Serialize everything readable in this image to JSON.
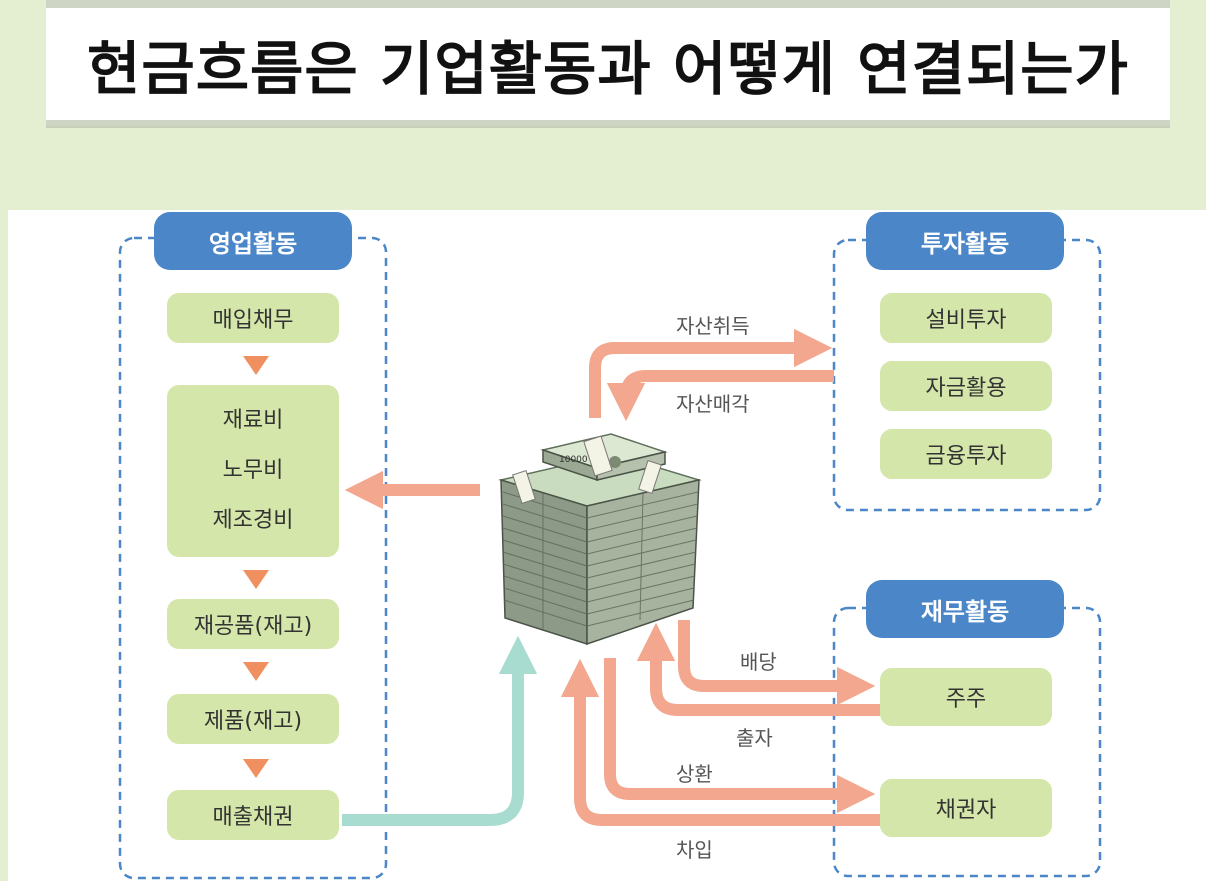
{
  "title": "현금흐름은 기업활동과 어떻게 연결되는가",
  "operating": {
    "header": "영업활동",
    "items": [
      "매입채무",
      "재료비",
      "노무비",
      "제조경비",
      "재공품(재고)",
      "제품(재고)",
      "매출채권"
    ]
  },
  "investing": {
    "header": "투자활동",
    "items": [
      "설비투자",
      "자금활용",
      "금융투자"
    ]
  },
  "financing": {
    "header": "재무활동",
    "items": [
      "주주",
      "채권자"
    ]
  },
  "flows": {
    "asset_acquisition": "자산취득",
    "asset_disposal": "자산매각",
    "dividend": "배당",
    "investment": "출자",
    "repayment": "상환",
    "borrowing": "차입"
  },
  "banknote_denomination": "10000",
  "colors": {
    "header": "#4a86c8",
    "box": "#d4e6a9",
    "orange_arrow": "#f2a78e",
    "teal_arrow": "#a8dcd0",
    "triangle": "#f09060"
  }
}
